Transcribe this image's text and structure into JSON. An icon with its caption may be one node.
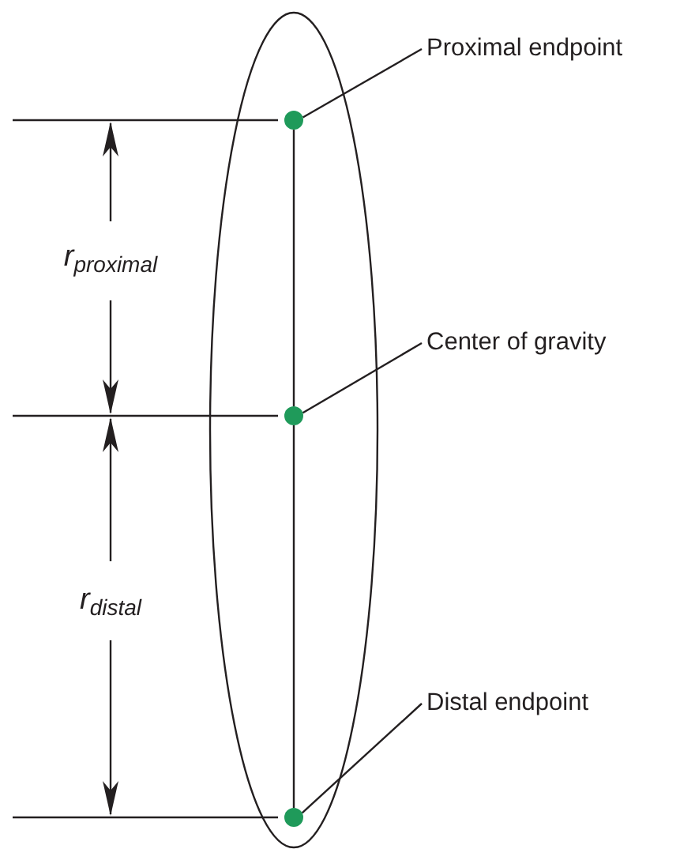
{
  "diagram": {
    "nodes": [
      {
        "text": [
          "Proximal endpoint"
        ]
      },
      {
        "text": [
          "Center of gravity"
        ]
      },
      {
        "text": [
          "Distal endpoint"
        ]
      },
      {
        "text": [],
        "shape": "circle"
      },
      {
        "text": [],
        "shape": "circle"
      },
      {
        "text": [],
        "shape": "circle"
      }
    ],
    "edges": [
      {
        "from": 0,
        "to": 3,
        "arrow": "none"
      },
      {
        "from": 1,
        "to": 4,
        "arrow": "none"
      },
      {
        "from": 2,
        "to": 5,
        "arrow": "none"
      },
      {
        "from": 3,
        "to": 4,
        "arrow": "none"
      },
      {
        "from": 4,
        "to": 5,
        "arrow": "none"
      }
    ],
    "labels": [
      "r$_{proximal}$",
      "r$_{distal}$"
    ]
  }
}
